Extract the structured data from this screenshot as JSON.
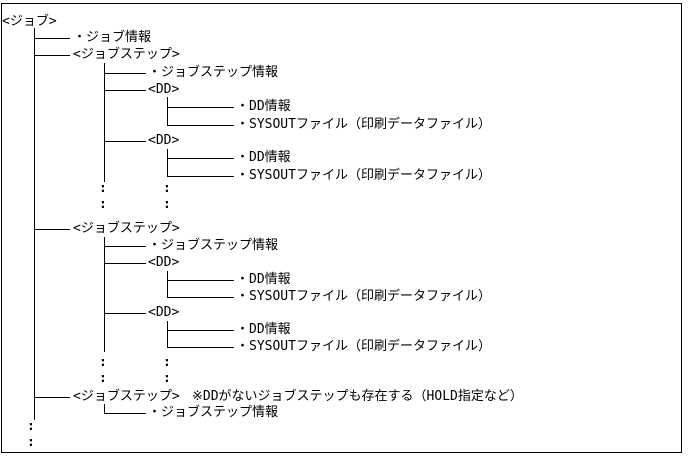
{
  "colors": {
    "foreground": "#000000",
    "background": "#ffffff"
  },
  "tree": {
    "root_label": "<ジョブ>",
    "job_info_label": "・ジョブ情報",
    "ellipsis_glyph": ":",
    "jobsteps": [
      {
        "label": "<ジョブステップ>",
        "info_label": "・ジョブステップ情報",
        "dds": [
          {
            "label": "<DD>",
            "info_label": "・DD情報",
            "sysout_label": "・SYSOUTファイル（印刷データファイル）"
          },
          {
            "label": "<DD>",
            "info_label": "・DD情報",
            "sysout_label": "・SYSOUTファイル（印刷データファイル）"
          }
        ]
      },
      {
        "label": "<ジョブステップ>",
        "info_label": "・ジョブステップ情報",
        "dds": [
          {
            "label": "<DD>",
            "info_label": "・DD情報",
            "sysout_label": "・SYSOUTファイル（印刷データファイル）"
          },
          {
            "label": "<DD>",
            "info_label": "・DD情報",
            "sysout_label": "・SYSOUTファイル（印刷データファイル）"
          }
        ]
      },
      {
        "label": "<ジョブステップ>",
        "note": "※DDがないジョブステップも存在する（HOLD指定など）",
        "info_label": "・ジョブステップ情報"
      }
    ]
  }
}
